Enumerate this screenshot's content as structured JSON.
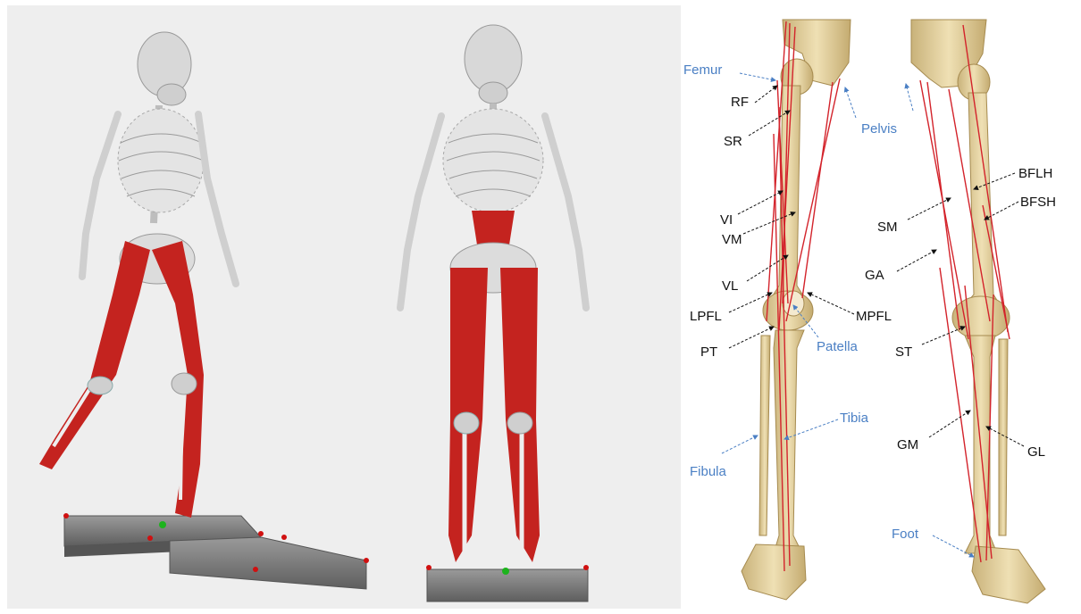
{
  "labels": {
    "femur": "Femur",
    "pelvis": "Pelvis",
    "rf": "RF",
    "sr": "SR",
    "vi": "VI",
    "vm": "VM",
    "vl": "VL",
    "lpfl": "LPFL",
    "mpfl": "MPFL",
    "pt": "PT",
    "patella": "Patella",
    "tibia": "Tibia",
    "fibula": "Fibula",
    "bflh": "BFLH",
    "bfsh": "BFSH",
    "sm": "SM",
    "ga": "GA",
    "st": "ST",
    "gm": "GM",
    "gl": "GL",
    "foot": "Foot"
  },
  "colors": {
    "muscle": "#c4231f",
    "bone": "#e2cf9c",
    "skeleton": "#d9d9d9",
    "anatomy_label": "#4a7fc4",
    "muscle_label": "#111111",
    "plate": "#7a7a7a",
    "marker": "#d01010"
  }
}
